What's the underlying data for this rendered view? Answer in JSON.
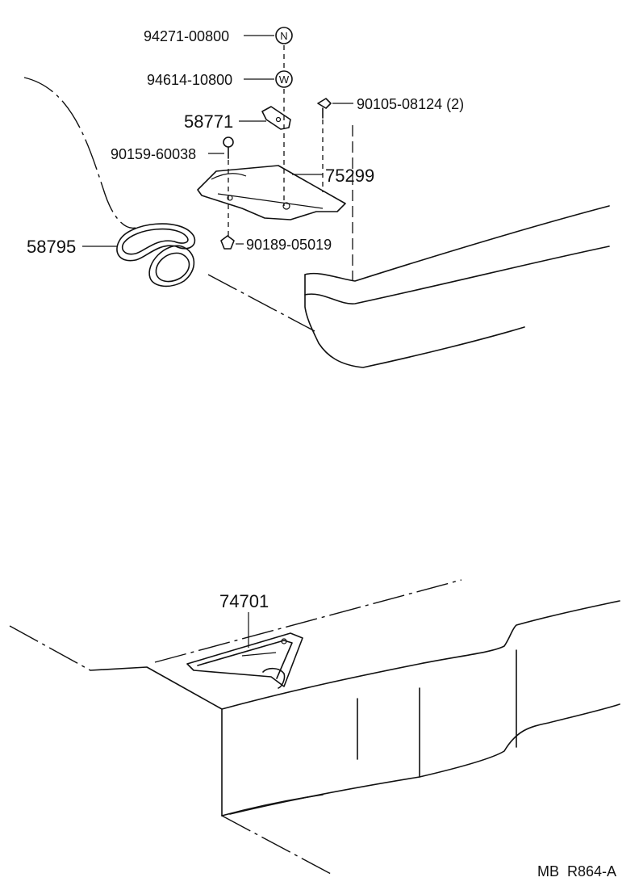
{
  "labels": {
    "p94271": "94271-00800",
    "p94614": "94614-10800",
    "p58771": "58771",
    "p90105": "90105-08124 (2)",
    "p90159": "90159-60038",
    "p75299": "75299",
    "p58795": "58795",
    "p90189": "90189-05019",
    "p74701": "74701",
    "code": "MB  R864-A"
  },
  "symbols": {
    "nut": "N",
    "washer": "W"
  }
}
